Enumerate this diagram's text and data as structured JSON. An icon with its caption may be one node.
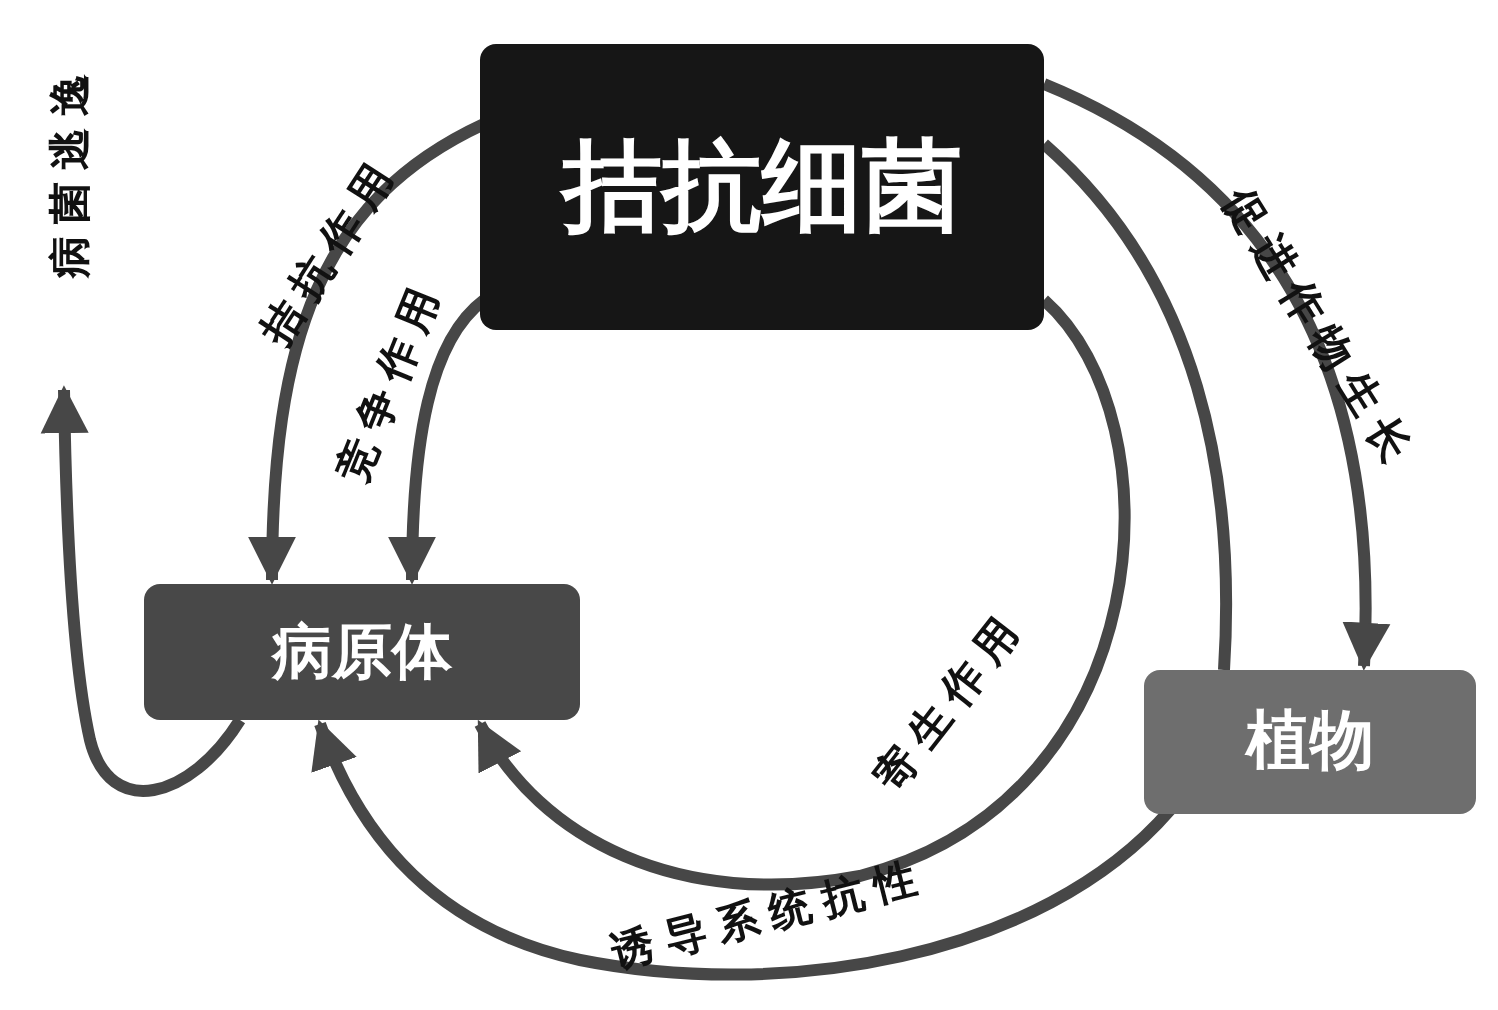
{
  "diagram": {
    "nodes": [
      {
        "text": [
          "拮抗细菌"
        ]
      },
      {
        "text": [
          "病原体"
        ]
      },
      {
        "text": [
          "植物"
        ]
      }
    ],
    "edges": [
      {
        "from": 0,
        "to": 1,
        "arrow": "to",
        "label": "拮抗作用"
      },
      {
        "from": 0,
        "to": 1,
        "arrow": "to",
        "label": "竞争作用"
      },
      {
        "from": 0,
        "to": 2,
        "arrow": "to",
        "label": "促进作物生长"
      },
      {
        "from": 0,
        "to": 2,
        "arrow": "none"
      },
      {
        "from": 0,
        "to": 1,
        "arrow": "to",
        "label": "寄生作用"
      },
      {
        "from": 2,
        "to": 1,
        "arrow": "to",
        "label": "诱导系统抗性"
      },
      {
        "from": 1,
        "to": null,
        "arrow": "to",
        "label": "病菌逃逸"
      }
    ]
  }
}
